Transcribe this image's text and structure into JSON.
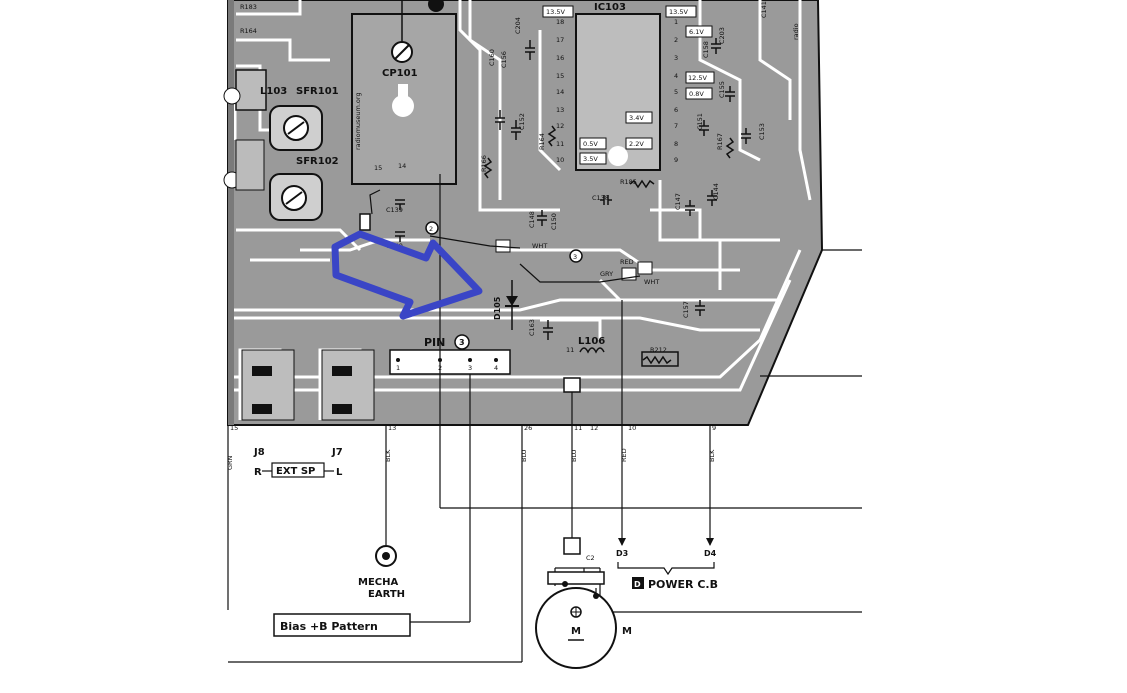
{
  "board": {
    "ic_label": "IC103",
    "module_label": "CP101",
    "watermark": "radiomuseum.org",
    "watermark_edge": "radio",
    "coil_label": "L103",
    "sfr1_label": "SFR101",
    "sfr2_label": "SFR102",
    "diode_label": "D105",
    "inductor_label": "L106",
    "pin_label": "PIN",
    "pin_number": "3",
    "pin_numbers": [
      "1",
      "2",
      "3",
      "4"
    ],
    "node_2": "2",
    "node_3": "3",
    "node_14": "14",
    "node_15": "15",
    "node_11": "11",
    "components": [
      "R183",
      "R164",
      "C204",
      "C160",
      "C156",
      "C152",
      "R166",
      "R164",
      "C139",
      "C140",
      "C148",
      "C150",
      "C138",
      "R185",
      "C147",
      "C144",
      "C151",
      "R167",
      "C153",
      "C155",
      "C203",
      "C158",
      "C141",
      "C163",
      "C157",
      "R212"
    ],
    "voltages": [
      "13.5V",
      "13.5V",
      "6.1V",
      "12.5V",
      "0.8V",
      "3.4V",
      "2.2V",
      "0.5V",
      "3.5V"
    ],
    "ic_pins_left": [
      "18",
      "17",
      "16",
      "15",
      "14",
      "13",
      "12",
      "11",
      "10"
    ],
    "ic_pins_right": [
      "1",
      "2",
      "3",
      "4",
      "5",
      "6",
      "7",
      "8",
      "9"
    ],
    "wire_tags": [
      "WHT",
      "RED",
      "GRY",
      "WHT",
      "RED"
    ]
  },
  "connectors": {
    "j8": "J8",
    "j7": "J7",
    "ext_sp": "EXT SP",
    "ext_r": "R",
    "ext_l": "L",
    "pad_numbers": [
      "15",
      "13",
      "26",
      "11",
      "12",
      "10",
      "9"
    ],
    "wire_colors": [
      "GRN",
      "BLK",
      "BLU",
      "BLU",
      "RED",
      "BLK"
    ]
  },
  "bottom": {
    "mecha_line1": "MECHA",
    "mecha_line2": "EARTH",
    "bias_label": "Bias +B Pattern",
    "d3": "D3",
    "d4": "D4",
    "power_letter": "D",
    "power_label": "POWER C.B",
    "cap_label": "C2",
    "motor_label": "M",
    "motor_label_outer": "M"
  },
  "colors": {
    "board": "#9a9a9a",
    "trace": "#ffffff",
    "ink": "#111111",
    "arrow": "#3a45c6",
    "background": "#ffffff"
  }
}
